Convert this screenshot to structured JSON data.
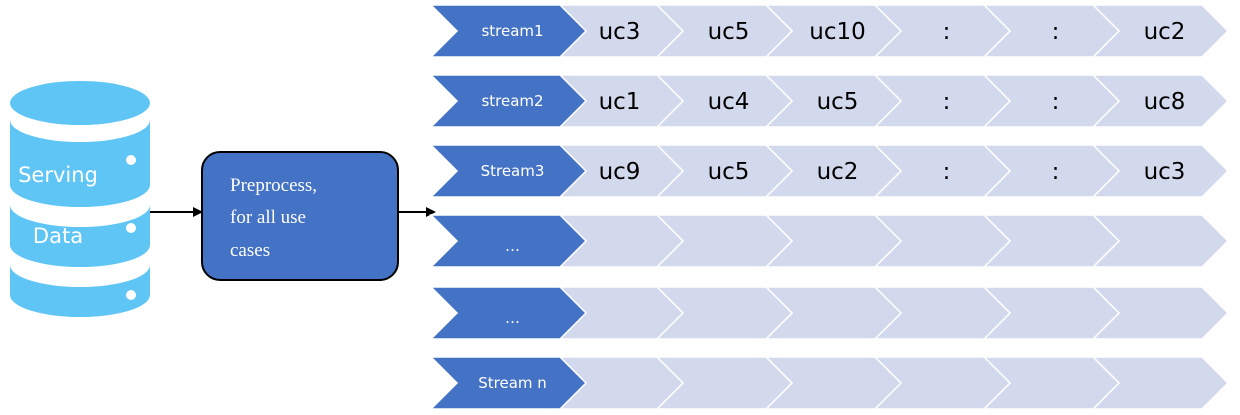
{
  "database": {
    "labels": [
      "Serving",
      "Data"
    ],
    "color": "#5fc5f5"
  },
  "preprocess": {
    "lines": [
      "Preprocess,",
      "for all use",
      "cases"
    ],
    "fill": "#4472c4",
    "stroke": "#000000"
  },
  "colors": {
    "stream_fill": "#4472c4",
    "cell_fill": "#d3d9ec",
    "arrow": "#000000"
  },
  "streams": [
    {
      "label": "stream1",
      "cells": [
        "uc3",
        "uc5",
        "uc10",
        ":",
        ":",
        "uc2"
      ]
    },
    {
      "label": "stream2",
      "cells": [
        "uc1",
        "uc4",
        "uc5",
        ":",
        ":",
        "uc8"
      ]
    },
    {
      "label": "Stream3",
      "cells": [
        "uc9",
        "uc5",
        "uc2",
        ":",
        ":",
        "uc3"
      ]
    },
    {
      "label": "…",
      "cells": [
        "",
        "",
        "",
        "",
        "",
        ""
      ]
    },
    {
      "label": "…",
      "cells": [
        "",
        "",
        "",
        "",
        "",
        ""
      ]
    },
    {
      "label": "Stream n",
      "cells": [
        "",
        "",
        "",
        "",
        "",
        ""
      ]
    }
  ]
}
